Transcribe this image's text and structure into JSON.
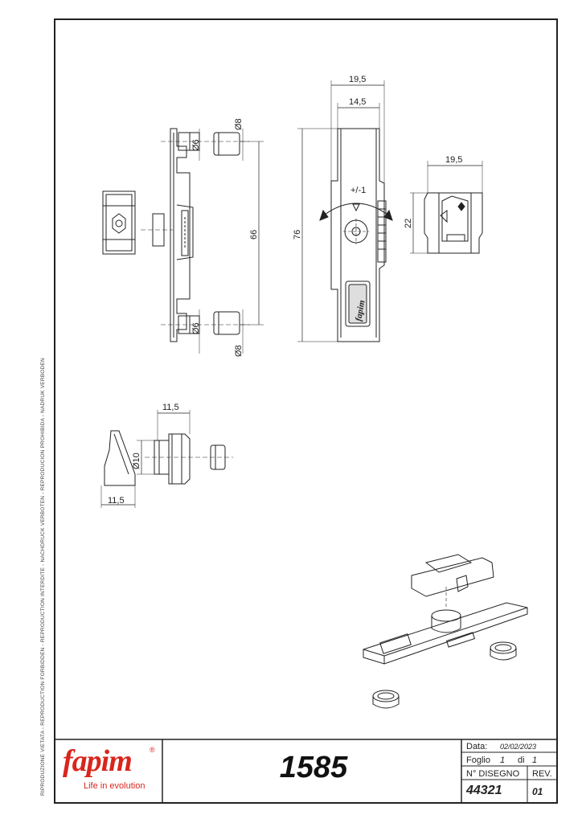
{
  "reproduction_notice": "RIPRODUZIONE VIETATA - REPRODUCTION FORBIDDEN - REPRODUCTION INTERDITE - NACHDRUCK VERBOTEN - REPRODUCION PROHIBIDA - NADRUK VERBODEN",
  "title_block": {
    "logo_text": "fapim",
    "logo_registered": "®",
    "logo_tagline": "Life in evolution",
    "part_number": "1585",
    "date_label": "Data:",
    "date_value": "02/02/2023",
    "sheet_label": "Foglio",
    "sheet_number": "1",
    "sheet_of_label": "di",
    "sheet_total": "1",
    "drawing_number_label": "N° DISEGNO",
    "revision_label": "REV.",
    "drawing_number": "44321",
    "revision": "01"
  },
  "dimensions": {
    "front_width_outer": "19,5",
    "front_width_inner": "14,5",
    "front_height": "76",
    "rotation_tolerance": "+/-1",
    "end_view_width": "19,5",
    "end_view_height": "22",
    "side_hole_spacing": "66",
    "pin_diameter": "Ø6",
    "cap_diameter": "Ø8",
    "exploded_width": "11,5",
    "exploded_diameter": "Ø10",
    "exploded_base_width": "11,5"
  },
  "colors": {
    "brand_red": "#d8261d",
    "line": "#222222"
  }
}
